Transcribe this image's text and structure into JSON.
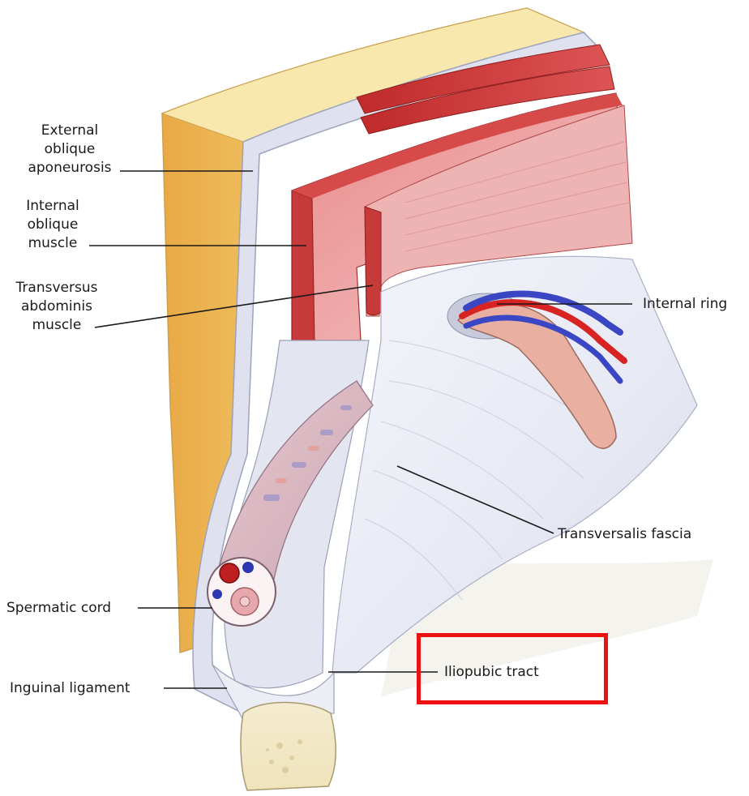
{
  "labels": {
    "external_oblique": [
      "External",
      "oblique",
      "aponeurosis"
    ],
    "internal_oblique": [
      "Internal",
      "oblique",
      "muscle"
    ],
    "transversus": [
      "Transversus",
      "abdominis",
      "muscle"
    ],
    "internal_ring": "Internal ring",
    "transversalis_fascia": "Transversalis fascia",
    "spermatic_cord": "Spermatic cord",
    "inguinal_ligament": "Inguinal ligament",
    "iliopubic_tract": "Iliopubic tract"
  },
  "colors": {
    "highlight": "#ee1111",
    "fat": "#f3cf6e",
    "muscle": "#c73a3a",
    "fascia": "#e4e7f2",
    "artery": "#d52525",
    "vein": "#3b46c4"
  }
}
